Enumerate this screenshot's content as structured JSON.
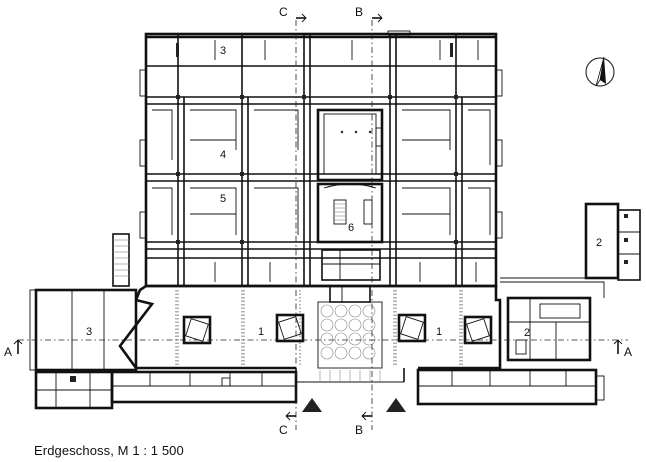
{
  "caption": "Erdgeschoss, M 1 : 1 500",
  "section_marks": {
    "a_left": "A",
    "a_right": "A",
    "b_top": "B",
    "b_bottom": "B",
    "c_top": "C",
    "c_bottom": "C"
  },
  "room_numbers": {
    "r1_left": "1",
    "r1_right": "1",
    "r2_right": "2",
    "r2_small": "2",
    "r3_top": "3",
    "r3_left": "3",
    "r4": "4",
    "r5": "5",
    "r6": "6"
  },
  "icons": {
    "north_arrow": "north-arrow-icon",
    "entrance_marker": "entrance-triangle-icon"
  }
}
